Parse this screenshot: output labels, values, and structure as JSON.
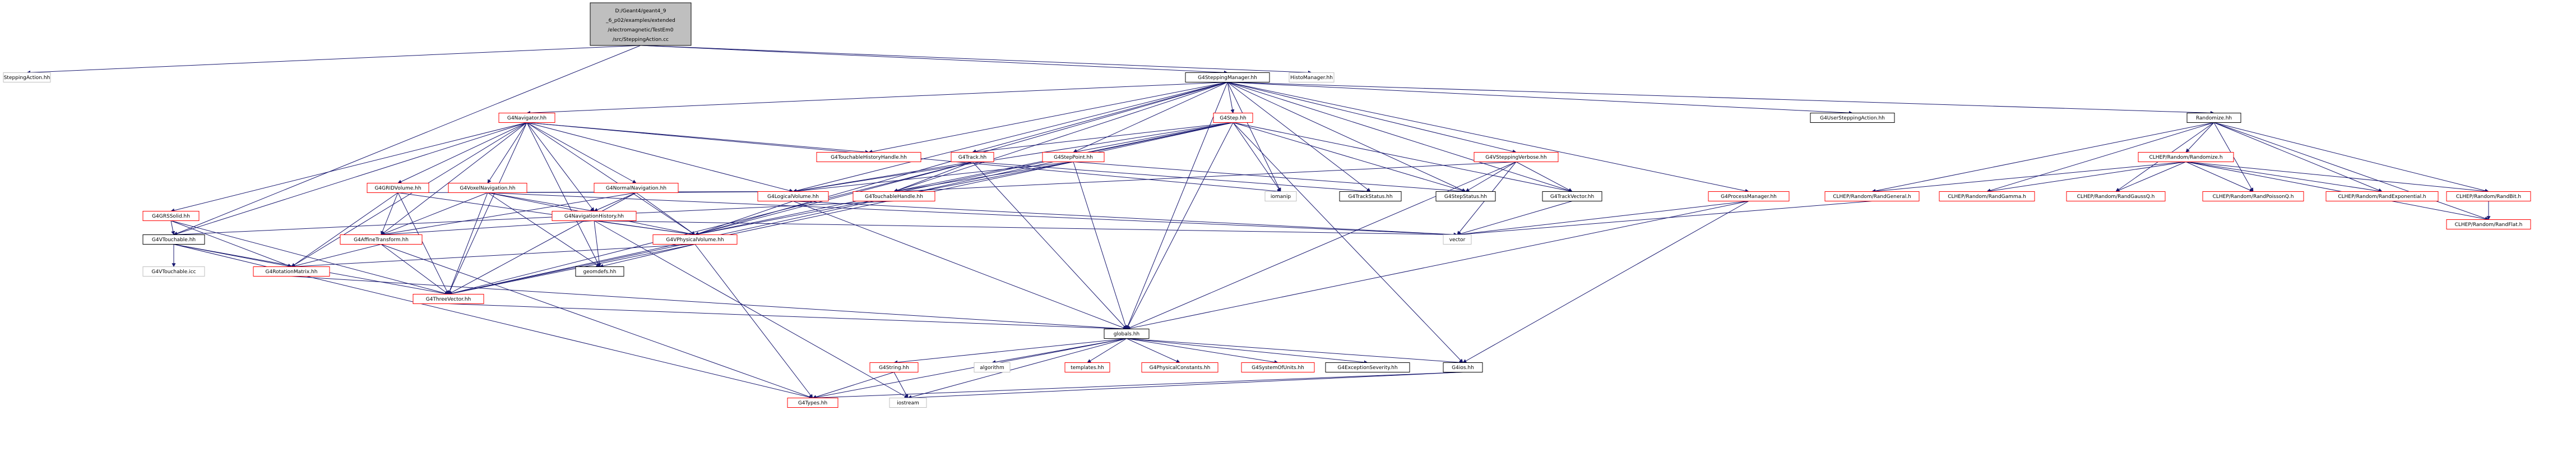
{
  "graph": {
    "root_title_lines": [
      "D:/Geant4/geant4_9",
      "_6_p02/examples/extended",
      "/electromagnetic/TestEm0",
      "/src/SteppingAction.cc"
    ],
    "nodes": [
      {
        "id": "stepaction",
        "label": "SteppingAction.hh",
        "style": "light"
      },
      {
        "id": "histo",
        "label": "HistoManager.hh",
        "style": "light"
      },
      {
        "id": "stepmgr",
        "label": "G4SteppingManager.hh",
        "style": "black"
      },
      {
        "id": "navigator",
        "label": "G4Navigator.hh",
        "style": "red"
      },
      {
        "id": "step",
        "label": "G4Step.hh",
        "style": "red"
      },
      {
        "id": "usersa",
        "label": "G4UserSteppingAction.hh",
        "style": "black"
      },
      {
        "id": "randomize",
        "label": "Randomize.hh",
        "style": "black"
      },
      {
        "id": "touchhist",
        "label": "G4TouchableHistoryHandle.hh",
        "style": "red"
      },
      {
        "id": "track",
        "label": "G4Track.hh",
        "style": "red"
      },
      {
        "id": "steppoint",
        "label": "G4StepPoint.hh",
        "style": "red"
      },
      {
        "id": "verbose",
        "label": "G4VSteppingVerbose.hh",
        "style": "red"
      },
      {
        "id": "clhep_rand",
        "label": "CLHEP/Random/Randomize.h",
        "style": "red"
      },
      {
        "id": "grid",
        "label": "G4GRIDVolume.hh",
        "style": "red"
      },
      {
        "id": "voxelnav",
        "label": "G4VoxelNavigation.hh",
        "style": "red"
      },
      {
        "id": "normalnav",
        "label": "G4NormalNavigation.hh",
        "style": "red"
      },
      {
        "id": "logical",
        "label": "G4LogicalVolume.hh",
        "style": "red"
      },
      {
        "id": "touchhandle",
        "label": "G4TouchableHandle.hh",
        "style": "red"
      },
      {
        "id": "smanip",
        "label": "iomanip",
        "style": "light"
      },
      {
        "id": "trackstatus",
        "label": "G4TrackStatus.hh",
        "style": "black"
      },
      {
        "id": "stepstatus",
        "label": "G4StepStatus.hh",
        "style": "black"
      },
      {
        "id": "trackvector",
        "label": "G4TrackVector.hh",
        "style": "black"
      },
      {
        "id": "procmgr",
        "label": "G4ProcessManager.hh",
        "style": "red"
      },
      {
        "id": "randgeneral",
        "label": "CLHEP/Random/RandGeneral.h",
        "style": "red"
      },
      {
        "id": "randgamma",
        "label": "CLHEP/Random/RandGamma.h",
        "style": "red"
      },
      {
        "id": "randgaussq",
        "label": "CLHEP/Random/RandGaussQ.h",
        "style": "red"
      },
      {
        "id": "randpoisson",
        "label": "CLHEP/Random/RandPoissonQ.h",
        "style": "red"
      },
      {
        "id": "randexpo",
        "label": "CLHEP/Random/RandExponential.h",
        "style": "red"
      },
      {
        "id": "randbit",
        "label": "CLHEP/Random/RandBit.h",
        "style": "red"
      },
      {
        "id": "randflat",
        "label": "CLHEP/Random/RandFlat.h",
        "style": "red"
      },
      {
        "id": "gridsolid",
        "label": "G4GRSSolid.hh",
        "style": "red"
      },
      {
        "id": "navhistory",
        "label": "G4NavigationHistory.hh",
        "style": "red"
      },
      {
        "id": "affine",
        "label": "G4AffineTransform.hh",
        "style": "red"
      },
      {
        "id": "vtouchable",
        "label": "G4VTouchable.hh",
        "style": "black"
      },
      {
        "id": "vphysical",
        "label": "G4VPhysicalVolume.hh",
        "style": "red"
      },
      {
        "id": "vector",
        "label": "vector",
        "style": "light"
      },
      {
        "id": "vtouchicc",
        "label": "G4VTouchable.icc",
        "style": "light"
      },
      {
        "id": "rotmatrix",
        "label": "G4RotationMatrix.hh",
        "style": "red"
      },
      {
        "id": "geomdefs",
        "label": "geomdefs.hh",
        "style": "black"
      },
      {
        "id": "threevector",
        "label": "G4ThreeVector.hh",
        "style": "red"
      },
      {
        "id": "globals",
        "label": "globals.hh",
        "style": "black"
      },
      {
        "id": "g4string",
        "label": "G4String.hh",
        "style": "red"
      },
      {
        "id": "algorithm",
        "label": "algorithm",
        "style": "light"
      },
      {
        "id": "templates",
        "label": "templates.hh",
        "style": "red"
      },
      {
        "id": "physconst",
        "label": "G4PhysicalConstants.hh",
        "style": "red"
      },
      {
        "id": "syscfg",
        "label": "G4SystemOfUnits.hh",
        "style": "red"
      },
      {
        "id": "exception",
        "label": "G4ExceptionSeverity.hh",
        "style": "black"
      },
      {
        "id": "g4ios",
        "label": "G4ios.hh",
        "style": "black"
      },
      {
        "id": "g4types",
        "label": "G4Types.hh",
        "style": "red"
      },
      {
        "id": "iostream",
        "label": "iostream",
        "style": "light"
      }
    ],
    "edges": [
      [
        "root",
        "stepaction"
      ],
      [
        "root",
        "histo"
      ],
      [
        "root",
        "stepmgr"
      ],
      [
        "root",
        "vtouchable"
      ],
      [
        "stepmgr",
        "navigator"
      ],
      [
        "stepmgr",
        "step"
      ],
      [
        "stepmgr",
        "usersa"
      ],
      [
        "stepmgr",
        "randomize"
      ],
      [
        "stepmgr",
        "touchhist"
      ],
      [
        "stepmgr",
        "track"
      ],
      [
        "stepmgr",
        "steppoint"
      ],
      [
        "stepmgr",
        "verbose"
      ],
      [
        "stepmgr",
        "logical"
      ],
      [
        "stepmgr",
        "touchhandle"
      ],
      [
        "stepmgr",
        "smanip"
      ],
      [
        "stepmgr",
        "trackstatus"
      ],
      [
        "stepmgr",
        "stepstatus"
      ],
      [
        "stepmgr",
        "trackvector"
      ],
      [
        "stepmgr",
        "procmgr"
      ],
      [
        "stepmgr",
        "globals"
      ],
      [
        "stepmgr",
        "vphysical"
      ],
      [
        "navigator",
        "grid"
      ],
      [
        "navigator",
        "voxelnav"
      ],
      [
        "navigator",
        "normalnav"
      ],
      [
        "navigator",
        "touchhist"
      ],
      [
        "navigator",
        "logical"
      ],
      [
        "navigator",
        "gridsolid"
      ],
      [
        "navigator",
        "navhistory"
      ],
      [
        "navigator",
        "affine"
      ],
      [
        "navigator",
        "vphysical"
      ],
      [
        "navigator",
        "rotmatrix"
      ],
      [
        "navigator",
        "geomdefs"
      ],
      [
        "navigator",
        "threevector"
      ],
      [
        "navigator",
        "vtouchable"
      ],
      [
        "navigator",
        "smanip"
      ],
      [
        "step",
        "track"
      ],
      [
        "step",
        "steppoint"
      ],
      [
        "step",
        "logical"
      ],
      [
        "step",
        "touchhandle"
      ],
      [
        "step",
        "smanip"
      ],
      [
        "step",
        "trackvector"
      ],
      [
        "step",
        "stepstatus"
      ],
      [
        "step",
        "globals"
      ],
      [
        "step",
        "g4ios"
      ],
      [
        "step",
        "vphysical"
      ],
      [
        "step",
        "threevector"
      ],
      [
        "randomize",
        "clhep_rand"
      ],
      [
        "randomize",
        "randgeneral"
      ],
      [
        "randomize",
        "randgamma"
      ],
      [
        "randomize",
        "randgaussq"
      ],
      [
        "randomize",
        "randpoisson"
      ],
      [
        "randomize",
        "randexpo"
      ],
      [
        "randomize",
        "randbit"
      ],
      [
        "randomize",
        "randflat"
      ],
      [
        "clhep_rand",
        "randgeneral"
      ],
      [
        "clhep_rand",
        "randgamma"
      ],
      [
        "clhep_rand",
        "randgaussq"
      ],
      [
        "clhep_rand",
        "randpoisson"
      ],
      [
        "clhep_rand",
        "randexpo"
      ],
      [
        "clhep_rand",
        "randbit"
      ],
      [
        "clhep_rand",
        "randflat"
      ],
      [
        "randbit",
        "randflat"
      ],
      [
        "randgeneral",
        "vector"
      ],
      [
        "track",
        "logical"
      ],
      [
        "track",
        "touchhandle"
      ],
      [
        "track",
        "vphysical"
      ],
      [
        "track",
        "trackstatus"
      ],
      [
        "track",
        "threevector"
      ],
      [
        "track",
        "globals"
      ],
      [
        "steppoint",
        "logical"
      ],
      [
        "steppoint",
        "touchhandle"
      ],
      [
        "steppoint",
        "vphysical"
      ],
      [
        "steppoint",
        "stepstatus"
      ],
      [
        "steppoint",
        "threevector"
      ],
      [
        "steppoint",
        "globals"
      ],
      [
        "verbose",
        "trackvector"
      ],
      [
        "verbose",
        "stepstatus"
      ],
      [
        "verbose",
        "touchhandle"
      ],
      [
        "verbose",
        "vector"
      ],
      [
        "verbose",
        "globals"
      ],
      [
        "trackvector",
        "vector"
      ],
      [
        "procmgr",
        "vector"
      ],
      [
        "procmgr",
        "globals"
      ],
      [
        "procmgr",
        "g4ios"
      ],
      [
        "grid",
        "logical"
      ],
      [
        "grid",
        "vphysical"
      ],
      [
        "grid",
        "rotmatrix"
      ],
      [
        "grid",
        "threevector"
      ],
      [
        "grid",
        "affine"
      ],
      [
        "voxelnav",
        "logical"
      ],
      [
        "voxelnav",
        "navhistory"
      ],
      [
        "voxelnav",
        "vphysical"
      ],
      [
        "voxelnav",
        "geomdefs"
      ],
      [
        "voxelnav",
        "threevector"
      ],
      [
        "voxelnav",
        "vector"
      ],
      [
        "voxelnav",
        "affine"
      ],
      [
        "normalnav",
        "logical"
      ],
      [
        "normalnav",
        "navhistory"
      ],
      [
        "normalnav",
        "vphysical"
      ],
      [
        "normalnav",
        "threevector"
      ],
      [
        "normalnav",
        "affine"
      ],
      [
        "logical",
        "vector"
      ],
      [
        "logical",
        "vphysical"
      ],
      [
        "logical",
        "globals"
      ],
      [
        "touchhandle",
        "vtouchable"
      ],
      [
        "gridsolid",
        "vtouchable"
      ],
      [
        "gridsolid",
        "rotmatrix"
      ],
      [
        "gridsolid",
        "threevector"
      ],
      [
        "navhistory",
        "vphysical"
      ],
      [
        "navhistory",
        "geomdefs"
      ],
      [
        "navhistory",
        "affine"
      ],
      [
        "navhistory",
        "vector"
      ],
      [
        "navhistory",
        "iostream"
      ],
      [
        "affine",
        "rotmatrix"
      ],
      [
        "affine",
        "threevector"
      ],
      [
        "affine",
        "g4types"
      ],
      [
        "vtouchable",
        "vtouchicc"
      ],
      [
        "vtouchable",
        "rotmatrix"
      ],
      [
        "vtouchable",
        "threevector"
      ],
      [
        "vtouchable",
        "g4types"
      ],
      [
        "vphysical",
        "rotmatrix"
      ],
      [
        "vphysical",
        "threevector"
      ],
      [
        "vphysical",
        "geomdefs"
      ],
      [
        "vphysical",
        "g4types"
      ],
      [
        "rotmatrix",
        "globals"
      ],
      [
        "threevector",
        "globals"
      ],
      [
        "globals",
        "g4string"
      ],
      [
        "globals",
        "algorithm"
      ],
      [
        "globals",
        "templates"
      ],
      [
        "globals",
        "physconst"
      ],
      [
        "globals",
        "syscfg"
      ],
      [
        "globals",
        "exception"
      ],
      [
        "globals",
        "g4ios"
      ],
      [
        "globals",
        "g4types"
      ],
      [
        "globals",
        "iostream"
      ],
      [
        "g4string",
        "g4types"
      ],
      [
        "g4string",
        "iostream"
      ],
      [
        "g4ios",
        "g4types"
      ],
      [
        "g4ios",
        "iostream"
      ]
    ]
  }
}
